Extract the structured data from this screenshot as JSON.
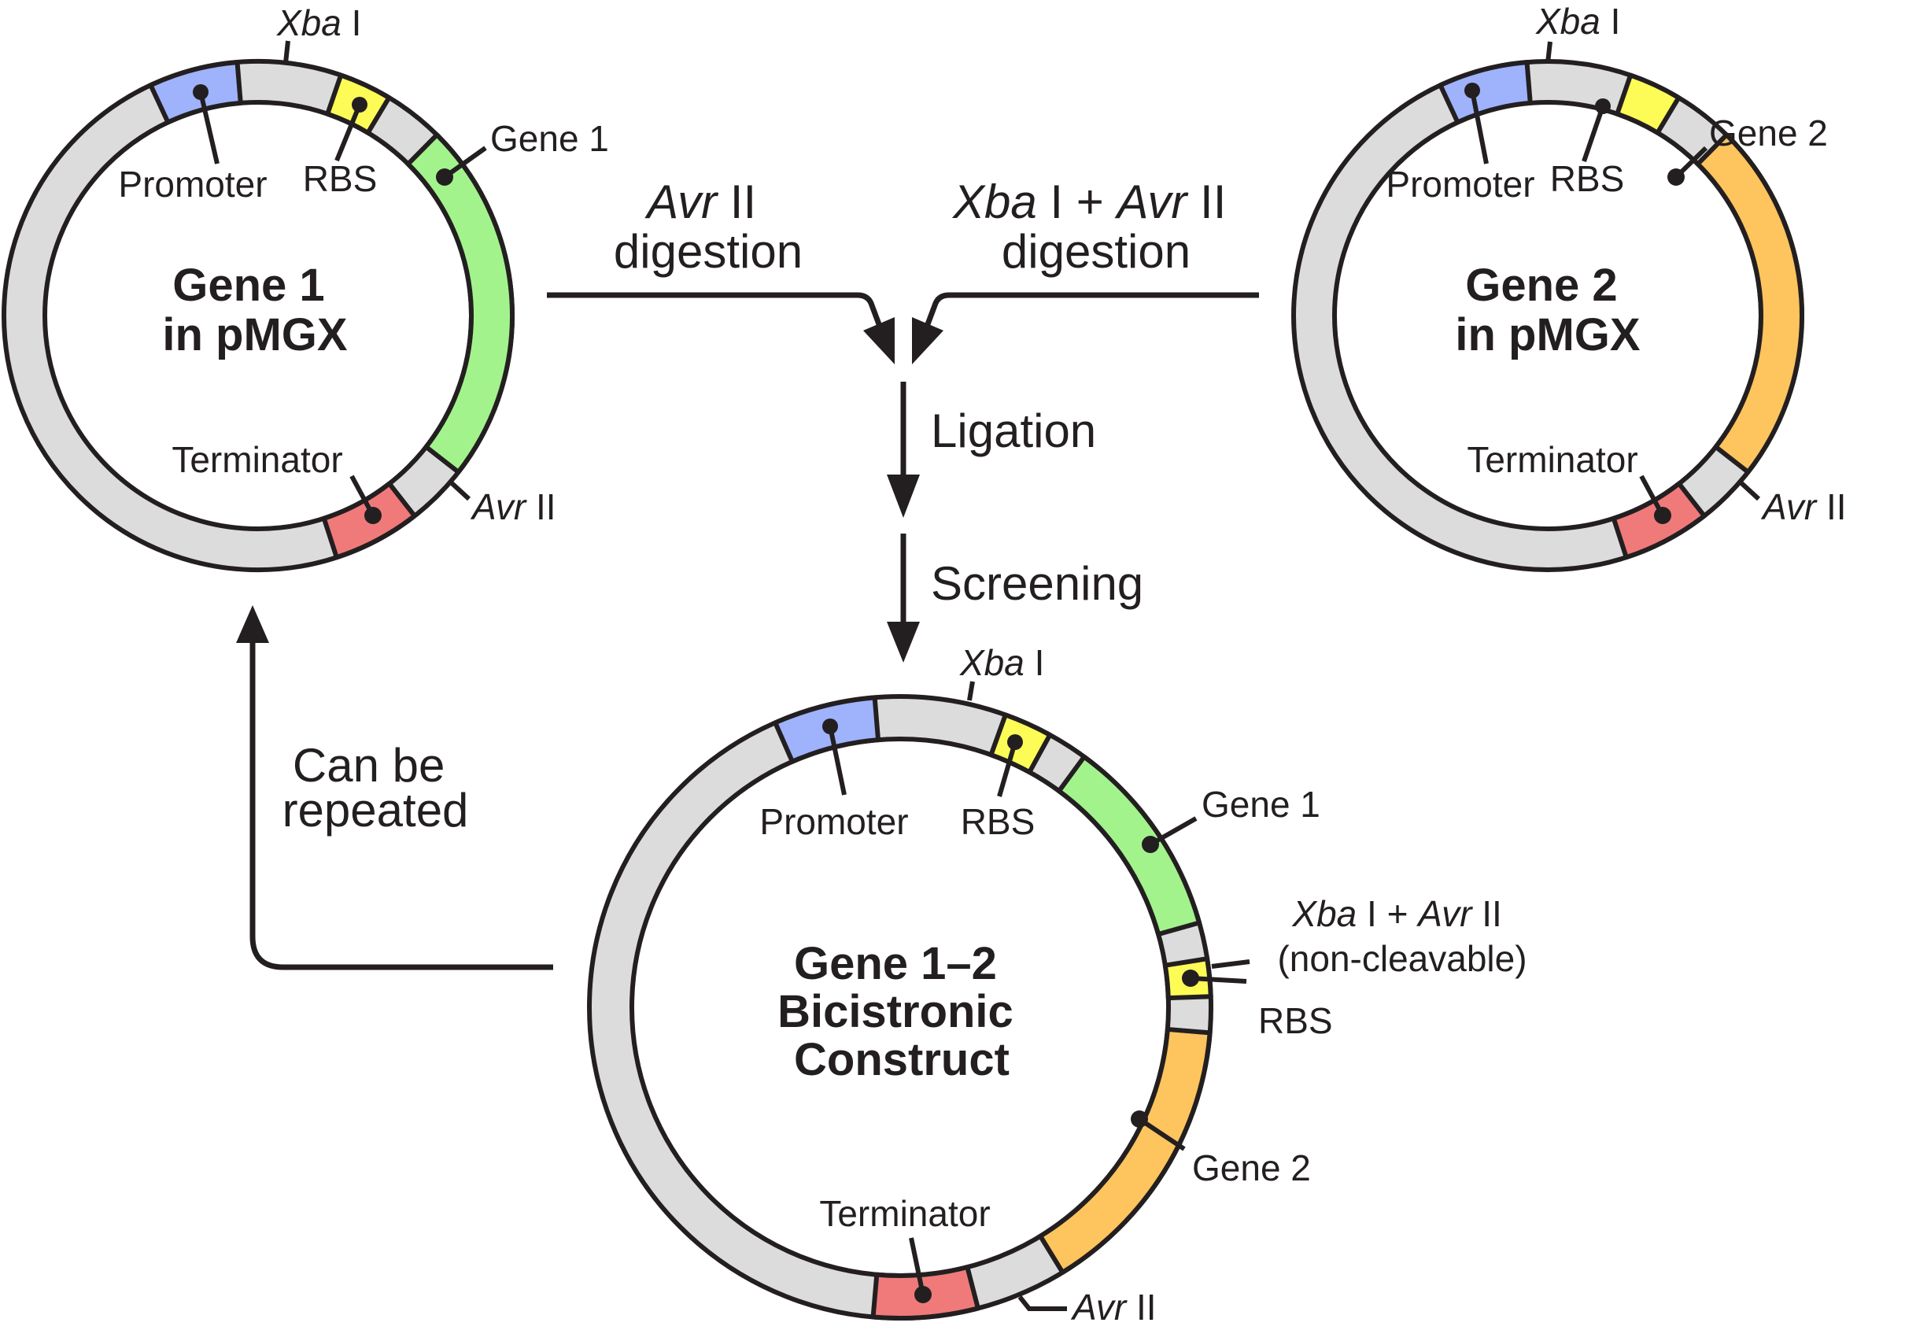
{
  "colors": {
    "backbone": "#dcdcdc",
    "promoter": "#9fb2fc",
    "rbs": "#fdfc57",
    "gene1": "#a3f38d",
    "gene2": "#fec45e",
    "terminator": "#f07a7a",
    "ink": "#231f20"
  },
  "plasmids": [
    {
      "id": "gene1-pmgx",
      "title_lines": [
        "Gene 1",
        "in pMGX"
      ],
      "segments": [
        {
          "feature": "promoter",
          "from_deg": -25,
          "to_deg": -4.7
        },
        {
          "feature": "rbs",
          "from_deg": 19,
          "to_deg": 31
        },
        {
          "feature": "gene1",
          "from_deg": 44.7,
          "to_deg": 128
        },
        {
          "feature": "terminator",
          "from_deg": 142,
          "to_deg": 162
        }
      ],
      "labels": {
        "xba": {
          "name": "Xba",
          "suffix": " I"
        },
        "promoter": "Promoter",
        "rbs": "RBS",
        "gene": "Gene 1",
        "terminator": "Terminator",
        "avr": {
          "name": "Avr",
          "suffix": " II"
        }
      }
    },
    {
      "id": "gene2-pmgx",
      "title_lines": [
        "Gene 2",
        "in pMGX"
      ],
      "segments": [
        {
          "feature": "promoter",
          "from_deg": -25,
          "to_deg": -4.7
        },
        {
          "feature": "rbs",
          "from_deg": 19,
          "to_deg": 31
        },
        {
          "feature": "gene2",
          "from_deg": 44.7,
          "to_deg": 128
        },
        {
          "feature": "terminator",
          "from_deg": 142,
          "to_deg": 162
        }
      ],
      "labels": {
        "xba": {
          "name": "Xba",
          "suffix": " I"
        },
        "promoter": "Promoter",
        "rbs": "RBS",
        "gene": "Gene 2",
        "terminator": "Terminator",
        "avr": {
          "name": "Avr",
          "suffix": " II"
        }
      }
    },
    {
      "id": "gene12-bicistronic",
      "title_lines": [
        "Gene 1–2",
        "Bicistronic",
        "Construct"
      ],
      "segments": [
        {
          "feature": "promoter",
          "from_deg": -23.7,
          "to_deg": -4.7
        },
        {
          "feature": "rbs",
          "from_deg": 19.8,
          "to_deg": 28.8
        },
        {
          "feature": "gene1",
          "from_deg": 36.3,
          "to_deg": 74.2
        },
        {
          "feature": "rbs",
          "from_deg": 81,
          "to_deg": 88
        },
        {
          "feature": "gene2",
          "from_deg": 94.7,
          "to_deg": 148.5
        },
        {
          "feature": "terminator",
          "from_deg": 165.5,
          "to_deg": 185
        }
      ],
      "labels": {
        "xba": {
          "name": "Xba",
          "suffix": " I"
        },
        "promoter": "Promoter",
        "rbs": "RBS",
        "gene1": "Gene 1",
        "junction": {
          "name1": "Xba",
          "mid": " I + ",
          "name2": "Avr",
          "suffix": " II",
          "note": "(non-cleavable)"
        },
        "rbs2": "RBS",
        "gene2": "Gene 2",
        "terminator": "Terminator",
        "avr": {
          "name": "Avr",
          "suffix": " II"
        }
      }
    }
  ],
  "flow": {
    "left_digest": {
      "enzyme": "Avr",
      "suffix": " II",
      "line2": "digestion"
    },
    "right_digest": {
      "enzyme1": "Xba",
      "mid": " I + ",
      "enzyme2": "Avr",
      "suffix": " II",
      "line2": "digestion"
    },
    "step1": "Ligation",
    "step2": "Screening",
    "loop": [
      "Can be",
      "repeated"
    ]
  }
}
